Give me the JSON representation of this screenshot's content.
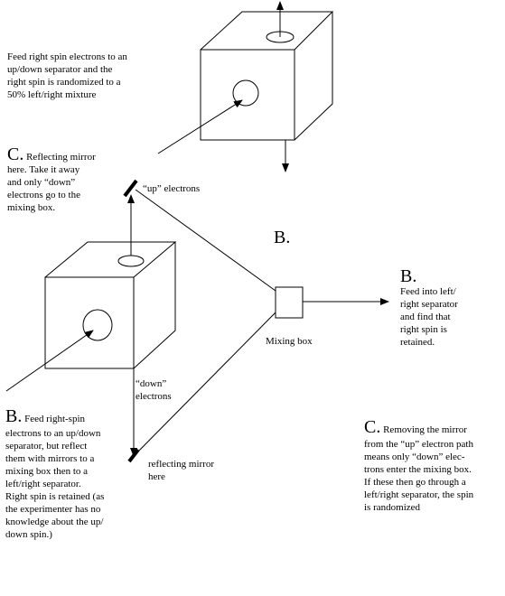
{
  "top_caption": "Feed right spin electrons to an\nup/down separator and the\nright spin is randomized to a\n50% left/right mixture",
  "c_top": {
    "letter": "C.",
    "text": " Reflecting mirror\nhere. Take it away\nand only “down”\nelectrons go to the\nmixing box."
  },
  "up_electrons_label": "“up” electrons",
  "b_center_label": "B.",
  "b_right": {
    "letter": "B.",
    "text": "Feed into left/\nright separator\nand find that\nright spin is\nretained."
  },
  "mixing_box_label": "Mixing box",
  "down_electrons_label": "“down”\nelectrons",
  "b_bottom": {
    "letter": "B.",
    "first_line": " Feed right-spin",
    "text": "electrons to an up/down\nseparator, but reflect\nthem with mirrors to a\nmixing box then to a\nleft/right separator.\nRight spin is retained (as\nthe experimenter has no\nknowledge about the up/\ndown spin.)"
  },
  "reflecting_mirror_label": "reflecting mirror\nhere",
  "c_bottom": {
    "letter": "C.",
    "first_line": " Removing the mirror",
    "text": "from the “up” electron path\nmeans only “down” elec-\ntrons enter the mixing box.\nIf these then go through a\nleft/right separator, the spin\nis randomized"
  }
}
